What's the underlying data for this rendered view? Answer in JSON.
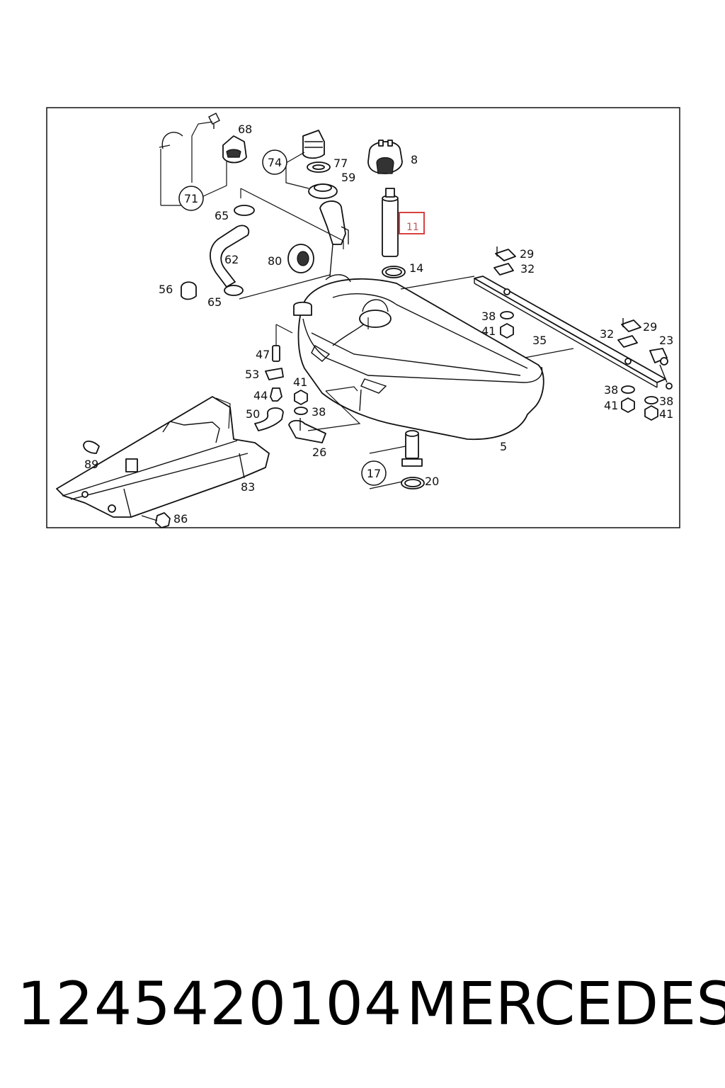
{
  "diagram": {
    "labels": {
      "l68": "68",
      "l71": "71",
      "l74": "74",
      "l77": "77",
      "l59": "59",
      "l8": "8",
      "l11": "11",
      "l65a": "65",
      "l62": "62",
      "l80": "80",
      "l14": "14",
      "l29a": "29",
      "l32a": "32",
      "l56": "56",
      "l65b": "65",
      "l38a": "38",
      "l41a": "41",
      "l35": "35",
      "l29b": "29",
      "l32b": "32",
      "l23": "23",
      "l47": "47",
      "l53": "53",
      "l41b": "41",
      "l44": "44",
      "l50": "50",
      "l38b": "38",
      "l26": "26",
      "l38c": "38",
      "l38d": "38",
      "l41c": "41",
      "l41d": "41",
      "l89": "89",
      "l5": "5",
      "l17": "17",
      "l20": "20",
      "l83": "83",
      "l86": "86"
    },
    "highlight_color": "#d94040"
  },
  "footer": {
    "part_number": "1245420104",
    "brand": "MERCEDES"
  }
}
